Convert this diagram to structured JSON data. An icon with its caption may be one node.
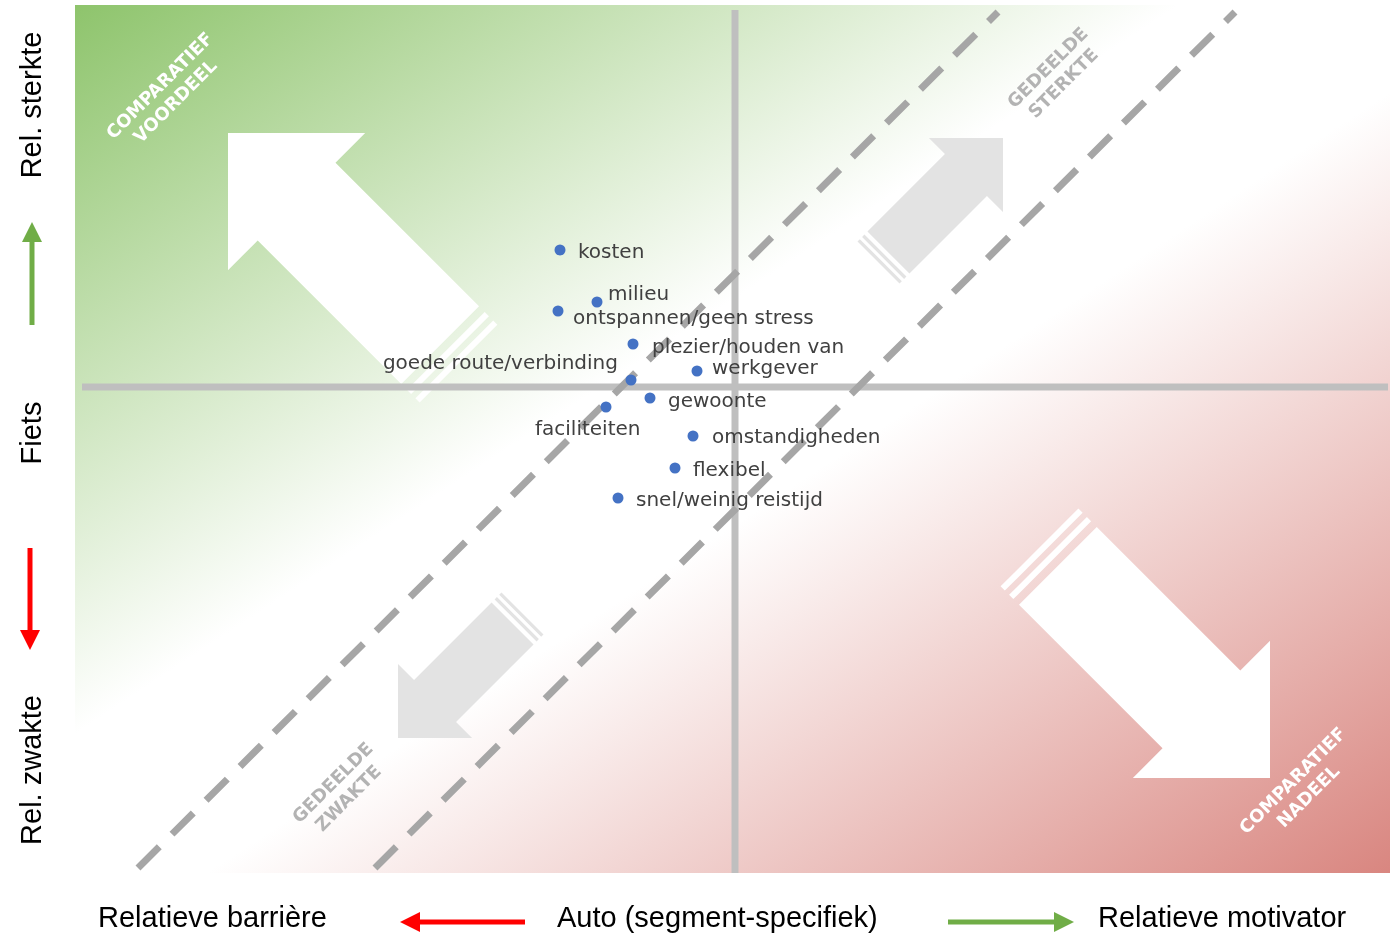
{
  "diagram": {
    "labels": [
      "Rel. sterkte",
      "COMPARATIEF VOORDEEL",
      "GEDEELDE STERKTE",
      "kosten",
      "milieu",
      "ontspannen/geen stress",
      "plezier/houden van",
      "goede route/verbinding",
      "werkgever",
      "Fiets",
      "gewoonte",
      "faciliteiten",
      "omstandigheden",
      "flexibel",
      "snel/weinig reistijd",
      "GEDEELDE ZWAKTE",
      "Rel. zwakte",
      "COMPARATIEF NADEEL",
      "Relatieve barrière",
      "Auto (segment-specifiek)",
      "Relatieve motivator"
    ]
  }
}
